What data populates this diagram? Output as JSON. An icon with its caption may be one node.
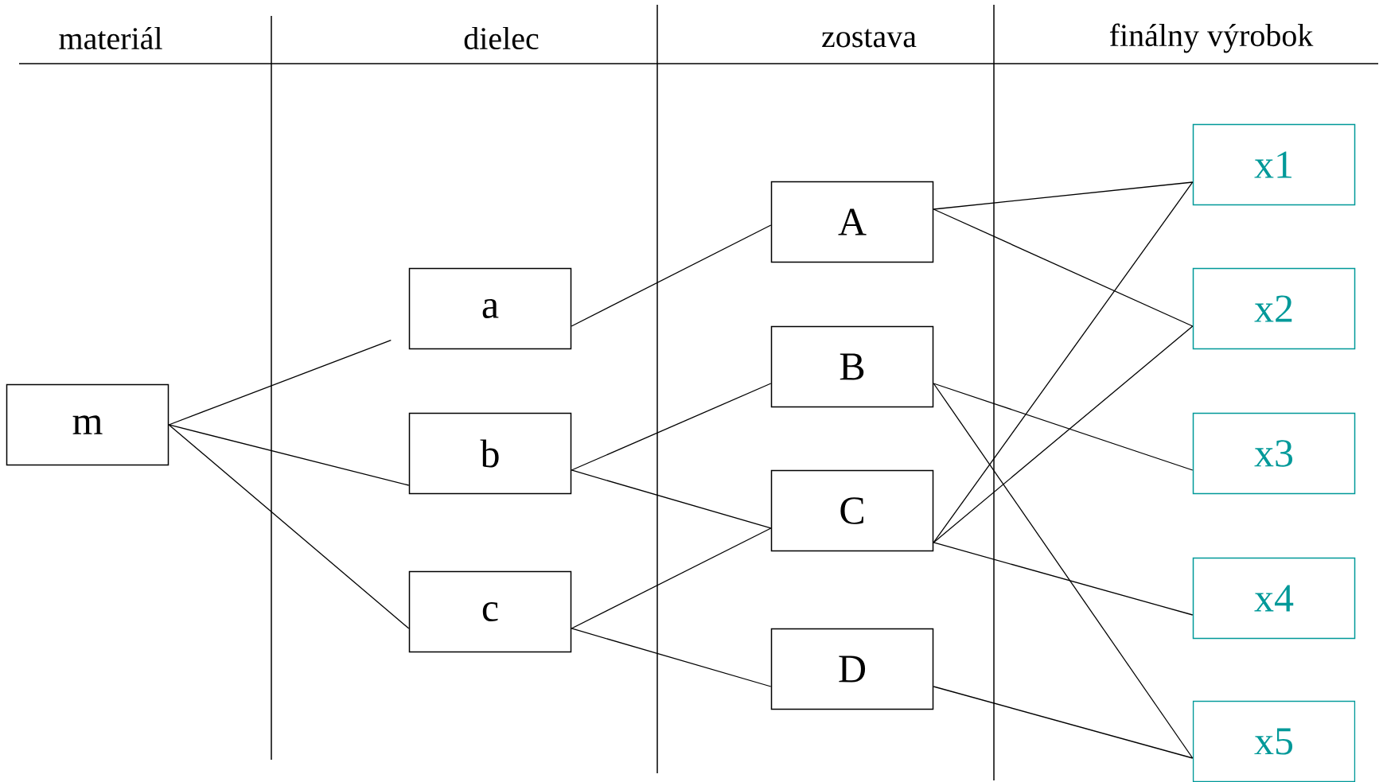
{
  "diagram": {
    "nodes": [
      {
        "text": [
          "m"
        ]
      },
      {
        "text": [
          "a"
        ]
      },
      {
        "text": [
          "b"
        ]
      },
      {
        "text": [
          "c"
        ]
      },
      {
        "text": [
          "A"
        ]
      },
      {
        "text": [
          "B"
        ]
      },
      {
        "text": [
          "C"
        ]
      },
      {
        "text": [
          "D"
        ]
      },
      {
        "text": [
          "x1"
        ]
      },
      {
        "text": [
          "x2"
        ]
      },
      {
        "text": [
          "x3"
        ]
      },
      {
        "text": [
          "x4"
        ]
      },
      {
        "text": [
          "x5"
        ]
      }
    ],
    "edges": [
      {
        "from": 0,
        "to": 1,
        "arrow": "none"
      },
      {
        "from": 0,
        "to": 2,
        "arrow": "none"
      },
      {
        "from": 0,
        "to": 3,
        "arrow": "none"
      },
      {
        "from": 1,
        "to": 4,
        "arrow": "none"
      },
      {
        "from": 2,
        "to": 5,
        "arrow": "none"
      },
      {
        "from": 2,
        "to": 6,
        "arrow": "none"
      },
      {
        "from": 3,
        "to": 6,
        "arrow": "none"
      },
      {
        "from": 3,
        "to": 7,
        "arrow": "none"
      },
      {
        "from": 4,
        "to": 8,
        "arrow": "none"
      },
      {
        "from": 4,
        "to": 9,
        "arrow": "none"
      },
      {
        "from": 5,
        "to": 10,
        "arrow": "none"
      },
      {
        "from": 5,
        "to": 12,
        "arrow": "none"
      },
      {
        "from": 6,
        "to": 8,
        "arrow": "none"
      },
      {
        "from": 6,
        "to": 9,
        "arrow": "none"
      },
      {
        "from": 6,
        "to": 11,
        "arrow": "none"
      },
      {
        "from": 7,
        "to": 12,
        "arrow": "none"
      }
    ],
    "labels": [
      "materiál",
      "dielec",
      "zostava",
      "finálny výrobok"
    ]
  }
}
